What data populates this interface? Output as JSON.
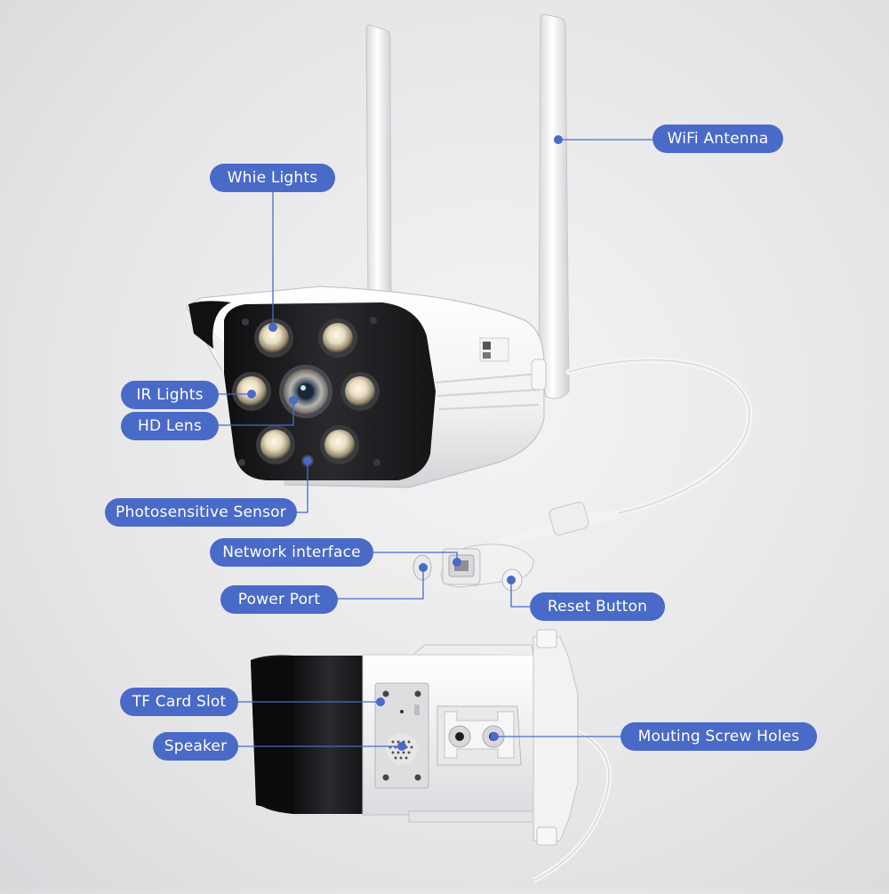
{
  "labels": {
    "wifi_antenna": "WiFi Antenna",
    "white_lights": "Whie Lights",
    "ir_lights": "IR Lights",
    "hd_lens": "HD Lens",
    "photosensitive_sensor": "Photosensitive Sensor",
    "network_interface": "Network interface",
    "power_port": "Power Port",
    "reset_button": "Reset Button",
    "tf_card_slot": "TF Card Slot",
    "speaker": "Speaker",
    "mounting_screw_holes": "Mouting Screw Holes"
  },
  "colors": {
    "label_bg": "#4a6ac8",
    "label_text": "#ffffff",
    "leader_line": "#4a6ac8",
    "camera_body": "#f7f7f7",
    "camera_face": "#1b1b1d"
  }
}
